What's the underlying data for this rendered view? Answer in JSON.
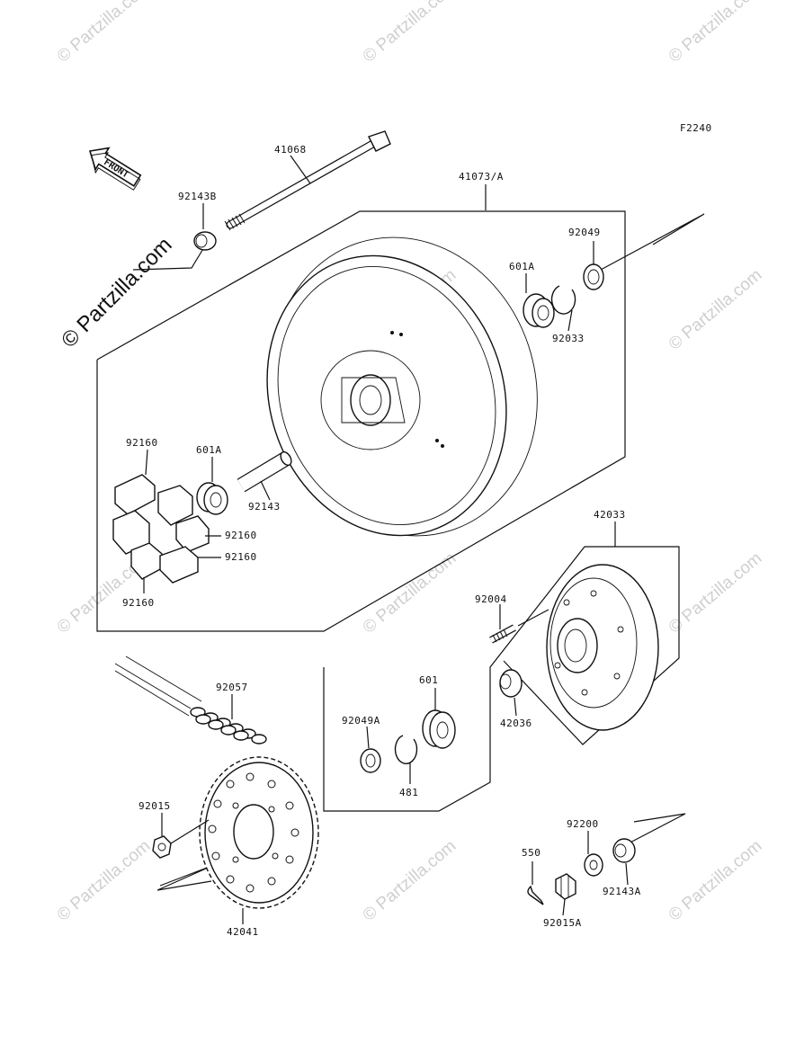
{
  "figure_code": "F2240",
  "front_marker": "FRONT",
  "watermark_main": "© Partzilla.com",
  "watermark_tile": "© Partzilla.com",
  "parts": {
    "axle": "41068",
    "axle_collar_left": "92143B",
    "wheel": "41073/A",
    "seal_right": "92049",
    "bearing_right": "601A",
    "circlip_right": "92033",
    "damper_top": "92160",
    "bearing_left": "601A",
    "spacer": "92143",
    "damper_mid1": "92160",
    "damper_mid2": "92160",
    "damper_bottom": "92160",
    "sprocket_hub": "42033",
    "stud": "92004",
    "hub_bearing": "601",
    "hub_seal": "92049A",
    "collar_hub": "42036",
    "circlip_hub": "481",
    "chain": "92057",
    "sprocket_nut": "92015",
    "sprocket": "42041",
    "washer": "92200",
    "cotter_pin": "550",
    "axle_collar_right": "92143A",
    "axle_nut": "92015A"
  }
}
